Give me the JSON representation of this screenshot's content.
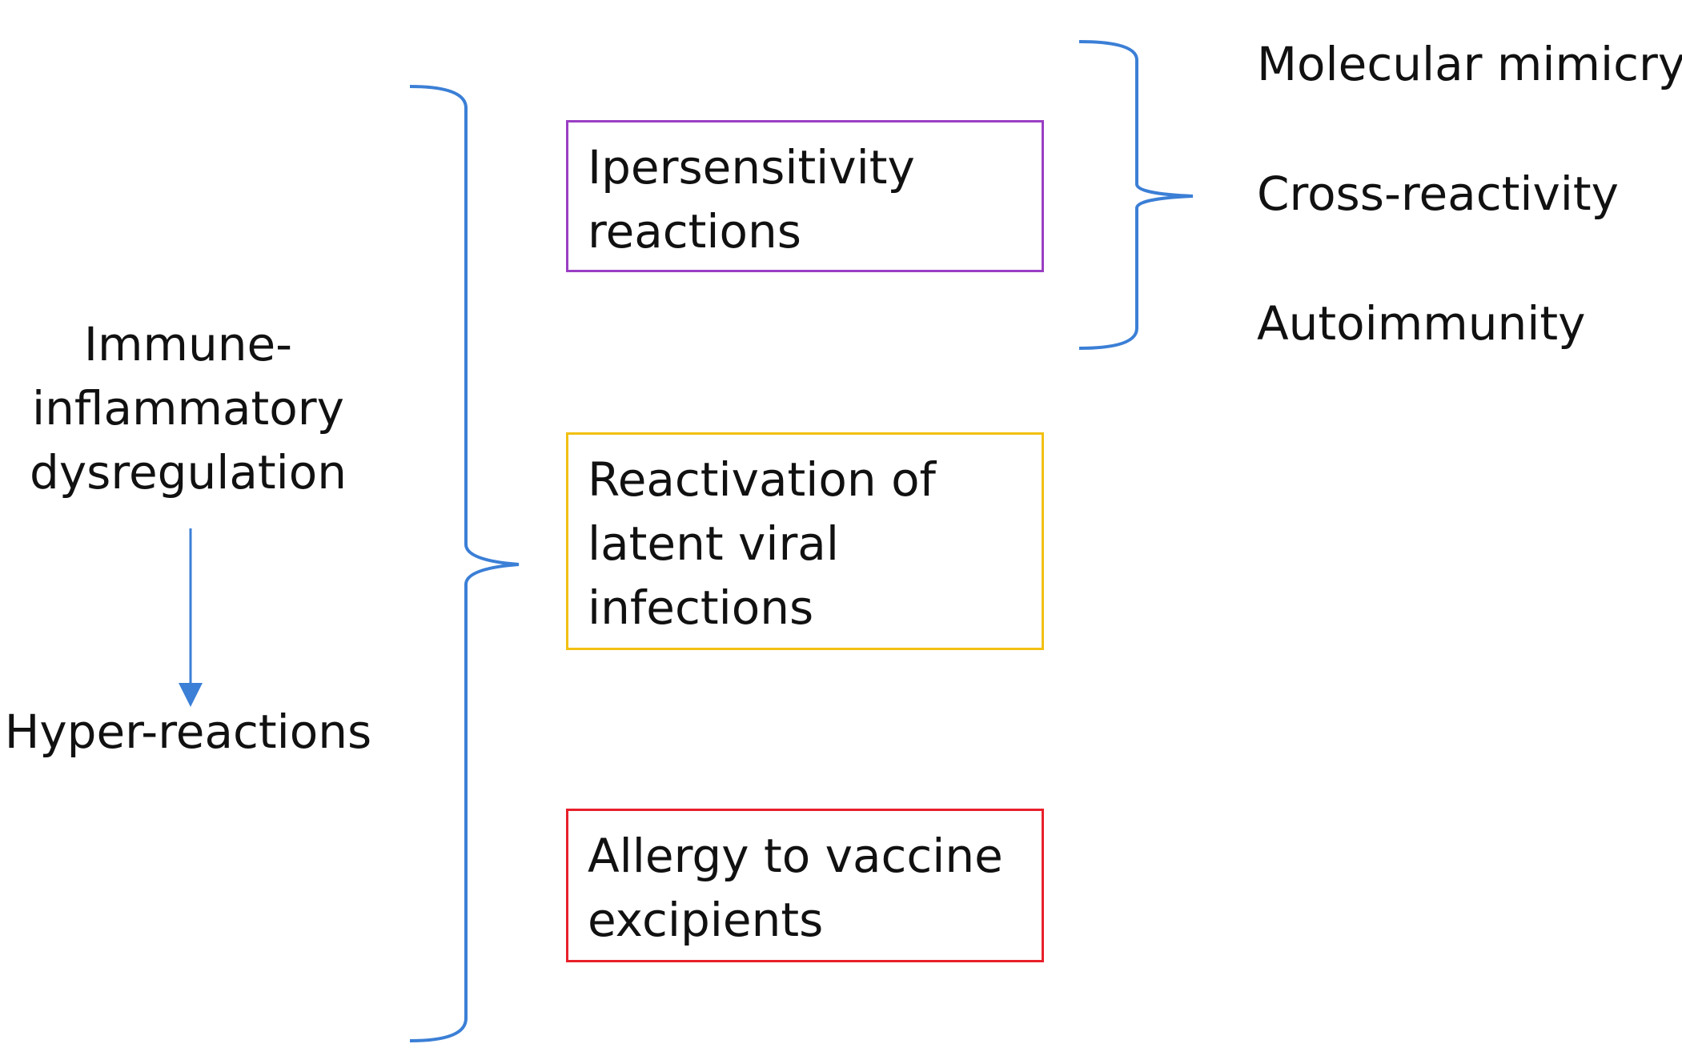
{
  "left": {
    "cause_lines": [
      "Immune-",
      "inflammatory",
      "dysregulation"
    ],
    "effect": "Hyper-reactions"
  },
  "boxes": [
    {
      "lines": [
        "Ipersensitivity",
        "reactions"
      ],
      "border_color": "#9b3fc4"
    },
    {
      "lines": [
        "Reactivation of",
        "latent viral",
        "infections"
      ],
      "border_color": "#f2c012"
    },
    {
      "lines": [
        "Allergy to vaccine",
        "excipients"
      ],
      "border_color": "#e8202a"
    }
  ],
  "mechanisms": [
    "Molecular mimicry",
    "Cross-reactivity",
    "Autoimmunity"
  ],
  "colors": {
    "bracket": "#3b7fd6",
    "arrow": "#3b7fd6",
    "text": "#111111"
  }
}
